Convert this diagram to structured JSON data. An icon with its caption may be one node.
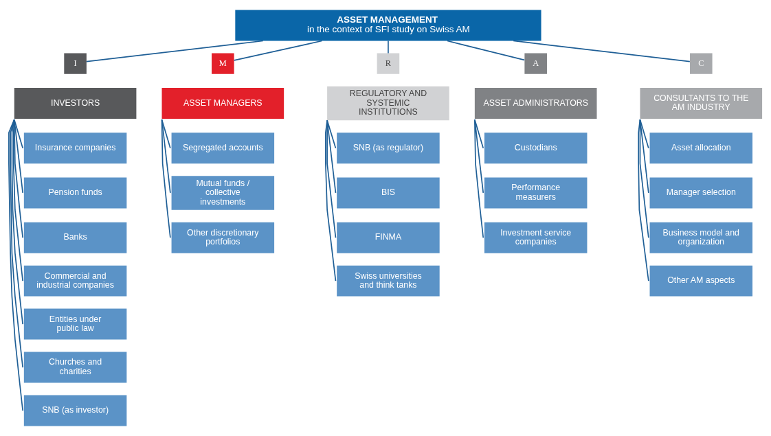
{
  "diagram": {
    "nodes": [
      {
        "text": [
          "ASSET MANAGEMENT",
          "in the context of SFI study on Swiss AM"
        ]
      },
      {
        "text": [
          "I"
        ]
      },
      {
        "text": [
          "INVESTORS"
        ]
      },
      {
        "text": [
          "Insurance companies"
        ]
      },
      {
        "text": [
          "Pension funds"
        ]
      },
      {
        "text": [
          "Banks"
        ]
      },
      {
        "text": [
          "Commercial and industrial companies"
        ]
      },
      {
        "text": [
          "Entities under public law"
        ]
      },
      {
        "text": [
          "Churches and charities"
        ]
      },
      {
        "text": [
          "SNB (as investor)"
        ]
      },
      {
        "text": [
          "M"
        ]
      },
      {
        "text": [
          "ASSET MANAGERS"
        ]
      },
      {
        "text": [
          "Segregated accounts"
        ]
      },
      {
        "text": [
          "Mutual funds / collective investments"
        ]
      },
      {
        "text": [
          "Other discretionary portfolios"
        ]
      },
      {
        "text": [
          "R"
        ]
      },
      {
        "text": [
          "REGULATORY AND SYSTEMIC INSTITUTIONS"
        ]
      },
      {
        "text": [
          "SNB (as regulator)"
        ]
      },
      {
        "text": [
          "BIS"
        ]
      },
      {
        "text": [
          "FINMA"
        ]
      },
      {
        "text": [
          "Swiss universities and think tanks"
        ]
      },
      {
        "text": [
          "A"
        ]
      },
      {
        "text": [
          "ASSET ADMINISTRATORS"
        ]
      },
      {
        "text": [
          "Custodians"
        ]
      },
      {
        "text": [
          "Performance measurers"
        ]
      },
      {
        "text": [
          "Investment service companies"
        ]
      },
      {
        "text": [
          "C"
        ]
      },
      {
        "text": [
          "CONSULTANTS TO THE AM INDUSTRY"
        ]
      },
      {
        "text": [
          "Asset allocation"
        ]
      },
      {
        "text": [
          "Manager selection"
        ]
      },
      {
        "text": [
          "Business model and organization"
        ]
      },
      {
        "text": [
          "Other AM aspects"
        ]
      }
    ],
    "edges": [
      {
        "from": 0,
        "to": 1,
        "arrow": "none"
      },
      {
        "from": 0,
        "to": 10,
        "arrow": "none"
      },
      {
        "from": 0,
        "to": 15,
        "arrow": "none"
      },
      {
        "from": 0,
        "to": 21,
        "arrow": "none"
      },
      {
        "from": 0,
        "to": 26,
        "arrow": "none"
      },
      {
        "from": 2,
        "to": 3,
        "arrow": "none"
      },
      {
        "from": 2,
        "to": 4,
        "arrow": "none"
      },
      {
        "from": 2,
        "to": 5,
        "arrow": "none"
      },
      {
        "from": 2,
        "to": 6,
        "arrow": "none"
      },
      {
        "from": 2,
        "to": 7,
        "arrow": "none"
      },
      {
        "from": 2,
        "to": 8,
        "arrow": "none"
      },
      {
        "from": 2,
        "to": 9,
        "arrow": "none"
      },
      {
        "from": 11,
        "to": 12,
        "arrow": "none"
      },
      {
        "from": 11,
        "to": 13,
        "arrow": "none"
      },
      {
        "from": 11,
        "to": 14,
        "arrow": "none"
      },
      {
        "from": 16,
        "to": 17,
        "arrow": "none"
      },
      {
        "from": 16,
        "to": 18,
        "arrow": "none"
      },
      {
        "from": 16,
        "to": 19,
        "arrow": "none"
      },
      {
        "from": 16,
        "to": 20,
        "arrow": "none"
      },
      {
        "from": 22,
        "to": 23,
        "arrow": "none"
      },
      {
        "from": 22,
        "to": 24,
        "arrow": "none"
      },
      {
        "from": 22,
        "to": 25,
        "arrow": "none"
      },
      {
        "from": 27,
        "to": 28,
        "arrow": "none"
      },
      {
        "from": 27,
        "to": 29,
        "arrow": "none"
      },
      {
        "from": 27,
        "to": 30,
        "arrow": "none"
      },
      {
        "from": 27,
        "to": 31,
        "arrow": "none"
      }
    ]
  }
}
